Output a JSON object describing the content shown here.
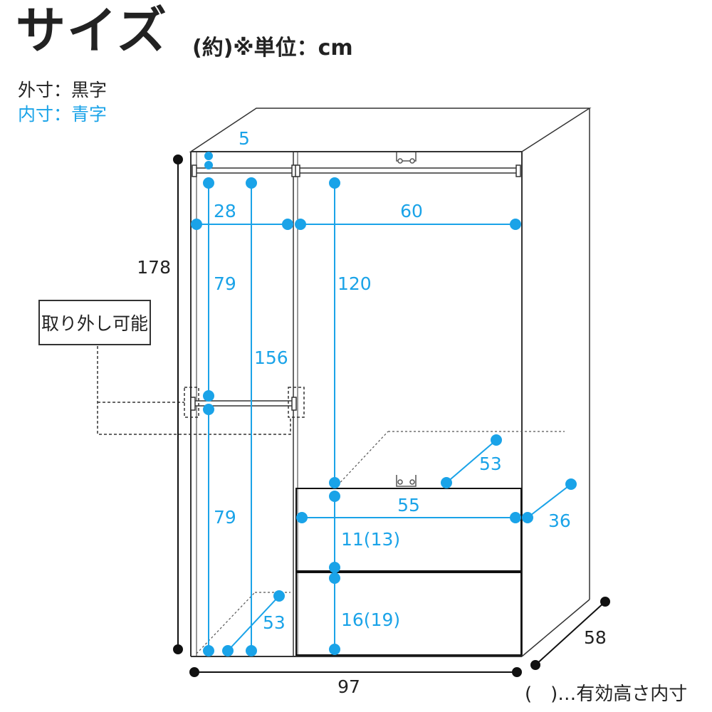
{
  "header": {
    "title": "サイズ",
    "unit_note": "(約)※単位：cm"
  },
  "legend": {
    "outer": "外寸：黒字",
    "inner": "内寸：青字"
  },
  "callout": {
    "label": "取り外し可能"
  },
  "colors": {
    "inner": "#1aa3e8",
    "outer": "#111111",
    "line": "#333333"
  },
  "dimensions": {
    "outer": {
      "height": "178",
      "width": "97",
      "depth": "58"
    },
    "inner": {
      "top_gap": "5",
      "left_width": "28",
      "right_width": "60",
      "left_upper_height": "79",
      "left_lower_height": "79",
      "left_total_height": "156",
      "right_hanging_height": "120",
      "drawer_depth": "53",
      "drawer_width": "55",
      "drawer_outer_depth": "36",
      "drawer1_height": "11(13)",
      "drawer2_height": "16(19)",
      "left_depth": "53"
    }
  },
  "footnote": "(　)…有効高さ内寸"
}
